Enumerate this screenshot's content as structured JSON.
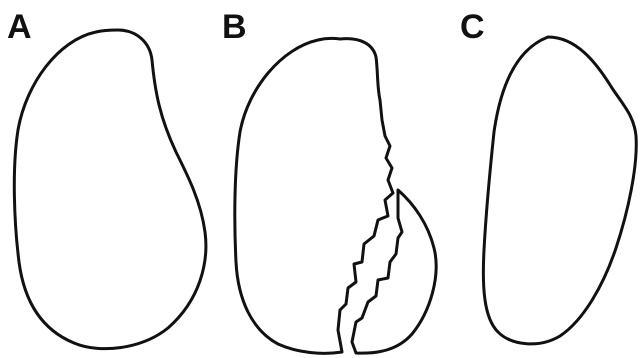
{
  "panels": [
    {
      "label": "A"
    },
    {
      "label": "B"
    },
    {
      "label": "C"
    }
  ],
  "colors": {
    "stroke": "#111111",
    "background": "#ffffff"
  }
}
